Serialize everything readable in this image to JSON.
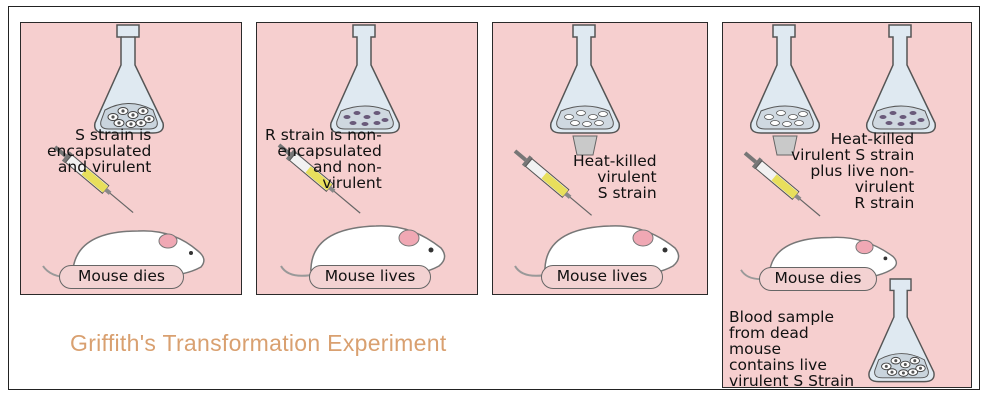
{
  "caption": "Griffith's Transformation Experiment",
  "panels": [
    {
      "description": "S strain is\nencapsulated\nand virulent",
      "outcome": "Mouse dies"
    },
    {
      "description": "R strain is non-\nencapsulated\nand non-\nvirulent",
      "outcome": "Mouse lives"
    },
    {
      "description": "Heat-killed\nvirulent\nS strain",
      "outcome": "Mouse lives"
    },
    {
      "description": "Heat-killed\nvirulent S strain\nplus live non-\nvirulent\nR strain",
      "outcome": "Mouse dies",
      "blood_sample": "Blood sample\nfrom dead\nmouse\ncontains live\nvirulent S Strain"
    }
  ],
  "colors": {
    "panel_bg": "#f6cfcf",
    "flask_glass": "#dfe9f1",
    "syringe_fluid": "#e8df5c",
    "flame": "#f2c21b",
    "caption": "#d9a070"
  },
  "icons": [
    "flask-icon",
    "syringe-icon",
    "mouse-icon",
    "burner-flame-icon"
  ]
}
